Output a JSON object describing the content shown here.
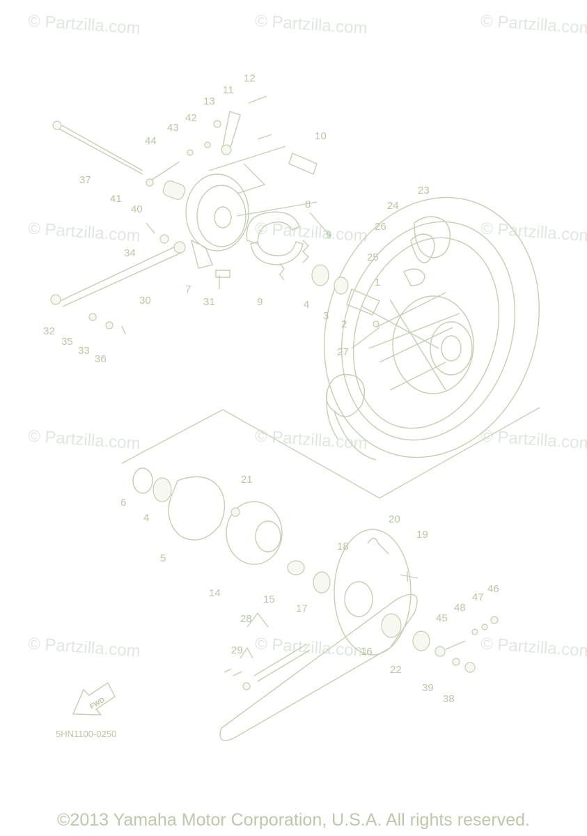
{
  "watermark": "© Partzilla.com",
  "diagram_code": "5HN1100-0250",
  "fwd_label": "FWD",
  "copyright": "©2013 Yamaha Motor Corporation, U.S.A. All rights reserved.",
  "callouts": [
    "1",
    "2",
    "3",
    "4",
    "4",
    "5",
    "6",
    "7",
    "8",
    "9",
    "9",
    "10",
    "11",
    "12",
    "13",
    "14",
    "15",
    "16",
    "17",
    "18",
    "19",
    "20",
    "21",
    "22",
    "23",
    "24",
    "25",
    "26",
    "27",
    "28",
    "29",
    "30",
    "31",
    "32",
    "33",
    "34",
    "35",
    "36",
    "37",
    "38",
    "39",
    "40",
    "41",
    "42",
    "43",
    "44",
    "45",
    "46",
    "47",
    "48"
  ],
  "colors": {
    "line": "#c3cfb0",
    "label": "#b9c7a3",
    "watermark": "#dfe8df"
  }
}
